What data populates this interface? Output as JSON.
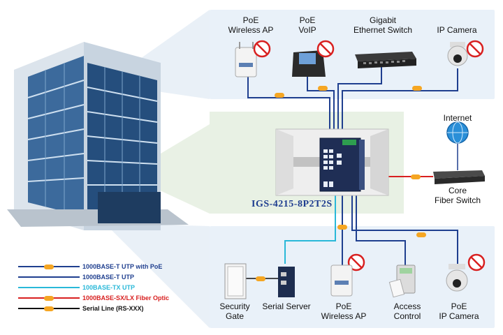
{
  "devices_top": [
    {
      "id": "poe-ap-top",
      "lines": [
        "PoE",
        "Wireless AP"
      ]
    },
    {
      "id": "poe-voip",
      "lines": [
        "PoE",
        "VoIP"
      ]
    },
    {
      "id": "gigabit-switch",
      "lines": [
        "Gigabit",
        "Ethernet Switch"
      ]
    },
    {
      "id": "ip-camera-top",
      "lines": [
        "IP Camera"
      ]
    }
  ],
  "devices_right": [
    {
      "id": "internet",
      "lines": [
        "Internet"
      ]
    },
    {
      "id": "core-fiber-switch",
      "lines": [
        "Core",
        "Fiber Switch"
      ]
    }
  ],
  "devices_bottom": [
    {
      "id": "security-gate",
      "lines": [
        "Security",
        "Gate"
      ]
    },
    {
      "id": "serial-server",
      "lines": [
        "Serial Server"
      ]
    },
    {
      "id": "poe-ap-bottom",
      "lines": [
        "PoE",
        "Wireless AP"
      ]
    },
    {
      "id": "access-control",
      "lines": [
        "Access",
        "Control"
      ]
    },
    {
      "id": "poe-ip-camera",
      "lines": [
        "PoE",
        "IP Camera"
      ]
    }
  ],
  "model_name": "IGS-4215-8P2T2S",
  "legend": [
    {
      "label": "1000BASE-T UTP with PoE",
      "color": "#1f3f8f",
      "text_color": "#1f3f8f",
      "badge": true
    },
    {
      "label": "1000BASE-T UTP",
      "color": "#1f3f8f",
      "text_color": "#1f3f8f",
      "badge": false
    },
    {
      "label": "100BASE-TX UTP",
      "color": "#29b8d8",
      "text_color": "#29b8d8",
      "badge": false
    },
    {
      "label": "1000BASE-SX/LX Fiber Optic",
      "color": "#d82020",
      "text_color": "#d82020",
      "badge": true
    },
    {
      "label": "Serial Line (RS-XXX)",
      "color": "#111111",
      "text_color": "#111111",
      "badge": true
    }
  ],
  "icons": [
    "building-icon",
    "wireless-ap-icon",
    "voip-phone-icon",
    "network-switch-icon",
    "ip-camera-icon",
    "no-power-icon",
    "globe-icon",
    "fiber-switch-icon",
    "industrial-switch-icon",
    "door-icon",
    "serial-server-icon",
    "access-control-icon"
  ]
}
